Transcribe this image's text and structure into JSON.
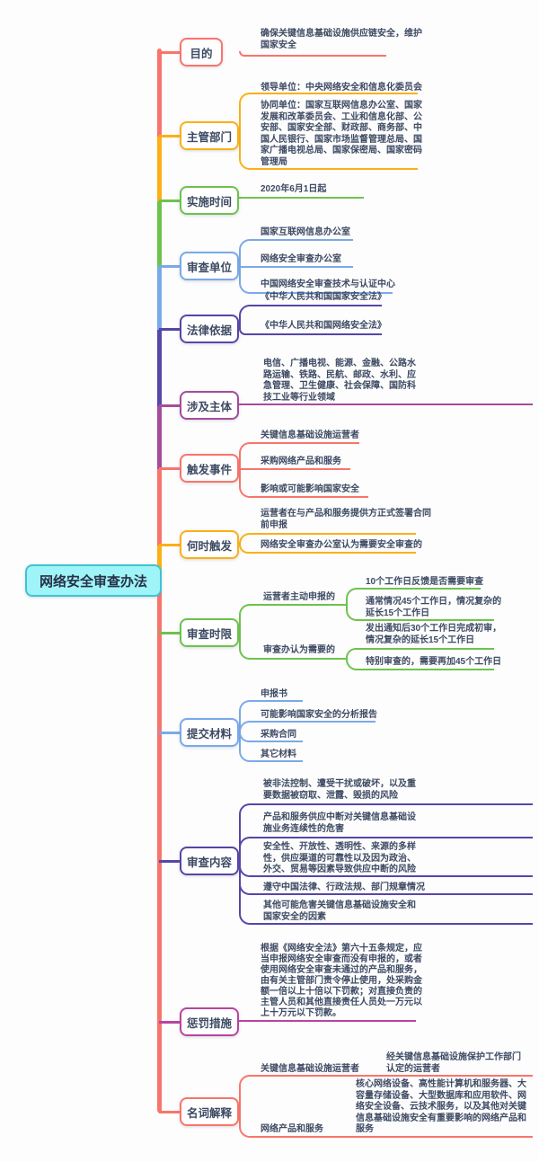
{
  "title": "网络安全审查办法",
  "colors": {
    "red": "#f8756b",
    "amber": "#fbb017",
    "green": "#6ec24e",
    "blue": "#7aa9ea",
    "indigo": "#5546a8",
    "magenta": "#a44d9c",
    "pink": "#b844a0",
    "central_fill": "#9ef4f6",
    "central_border": "#3fc3d4",
    "text_color": "#3d4a63"
  },
  "branches": [
    {
      "label": "目的",
      "leaves": [
        "确保关键信息基础设施供应链安全，维护国家安全"
      ]
    },
    {
      "label": "主管部门",
      "leaves": [
        "领导单位：中央网络安全和信息化委员会",
        "协同单位：国家互联网信息办公室、国家发展和改革委员会、工业和信息化部、公安部、国家安全部、财政部、商务部、中国人民银行、国家市场监督管理总局、国家广播电视总局、国家保密局、国家密码管理局"
      ]
    },
    {
      "label": "实施时间",
      "leaves": [
        "2020年6月1日起"
      ]
    },
    {
      "label": "审查单位",
      "leaves": [
        "国家互联网信息办公室",
        "网络安全审查办公室",
        "中国网络安全审查技术与认证中心"
      ]
    },
    {
      "label": "法律依据",
      "leaves": [
        "《中华人民共和国国家安全法》",
        "《中华人民共和国网络安全法》"
      ]
    },
    {
      "label": "涉及主体",
      "leaves": [
        "电信、广播电视、能源、金融、公路水路运输、铁路、民航、邮政、水利、应急管理、卫生健康、社会保障、国防科技工业等行业领域"
      ]
    },
    {
      "label": "触发事件",
      "leaves": [
        "关键信息基础设施运营者",
        "采购网络产品和服务",
        "影响或可能影响国家安全"
      ]
    },
    {
      "label": "何时触发",
      "leaves": [
        "运营者在与产品和服务提供方正式签署合同前申报",
        "网络安全审查办公室认为需要安全审查的"
      ]
    },
    {
      "label": "审查时限",
      "groups": [
        {
          "label": "运营者主动申报的",
          "leaves": [
            "10个工作日反馈是否需要审查",
            "通常情况45个工作日，情况复杂的延长15个工作日"
          ]
        },
        {
          "label": "审查办认为需要的",
          "leaves": [
            "发出通知后30个工作日完成初审，情况复杂的延长15个工作日",
            "特别审查的，需要再加45个工作日"
          ]
        }
      ]
    },
    {
      "label": "提交材料",
      "leaves": [
        "申报书",
        "可能影响国家安全的分析报告",
        "采购合同",
        "其它材料"
      ]
    },
    {
      "label": "审查内容",
      "leaves": [
        "被非法控制、遭受干扰或破坏，以及重要数据被窃取、泄露、毁损的风险",
        "产品和服务供应中断对关键信息基础设施业务连续性的危害",
        "安全性、开放性、透明性、来源的多样性，供应渠道的可靠性以及因为政治、外交、贸易等因素导致供应中断的风险",
        "遵守中国法律、行政法规、部门规章情况",
        "其他可能危害关键信息基础设施安全和国家安全的因素"
      ]
    },
    {
      "label": "惩罚措施",
      "leaves": [
        "根据《网络安全法》第六十五条规定，应当申报网络安全审查而没有申报的，或者使用网络安全审查未通过的产品和服务，由有关主管部门责令停止使用，处采购金额一倍以上十倍以下罚款；对直接负责的主管人员和其他直接责任人员处一万元以上十万元以下罚款。"
      ]
    },
    {
      "label": "名词解释",
      "groups": [
        {
          "label": "关键信息基础设施运营者",
          "leaves": [
            "经关键信息基础设施保护工作部门认定的运营者"
          ]
        },
        {
          "label": "网络产品和服务",
          "leaves": [
            "核心网络设备、高性能计算机和服务器、大容量存储设备、大型数据库和应用软件、网络安全设备、云技术服务，以及其他对关键信息基础设施安全有重要影响的网络产品和服务"
          ]
        }
      ]
    }
  ]
}
